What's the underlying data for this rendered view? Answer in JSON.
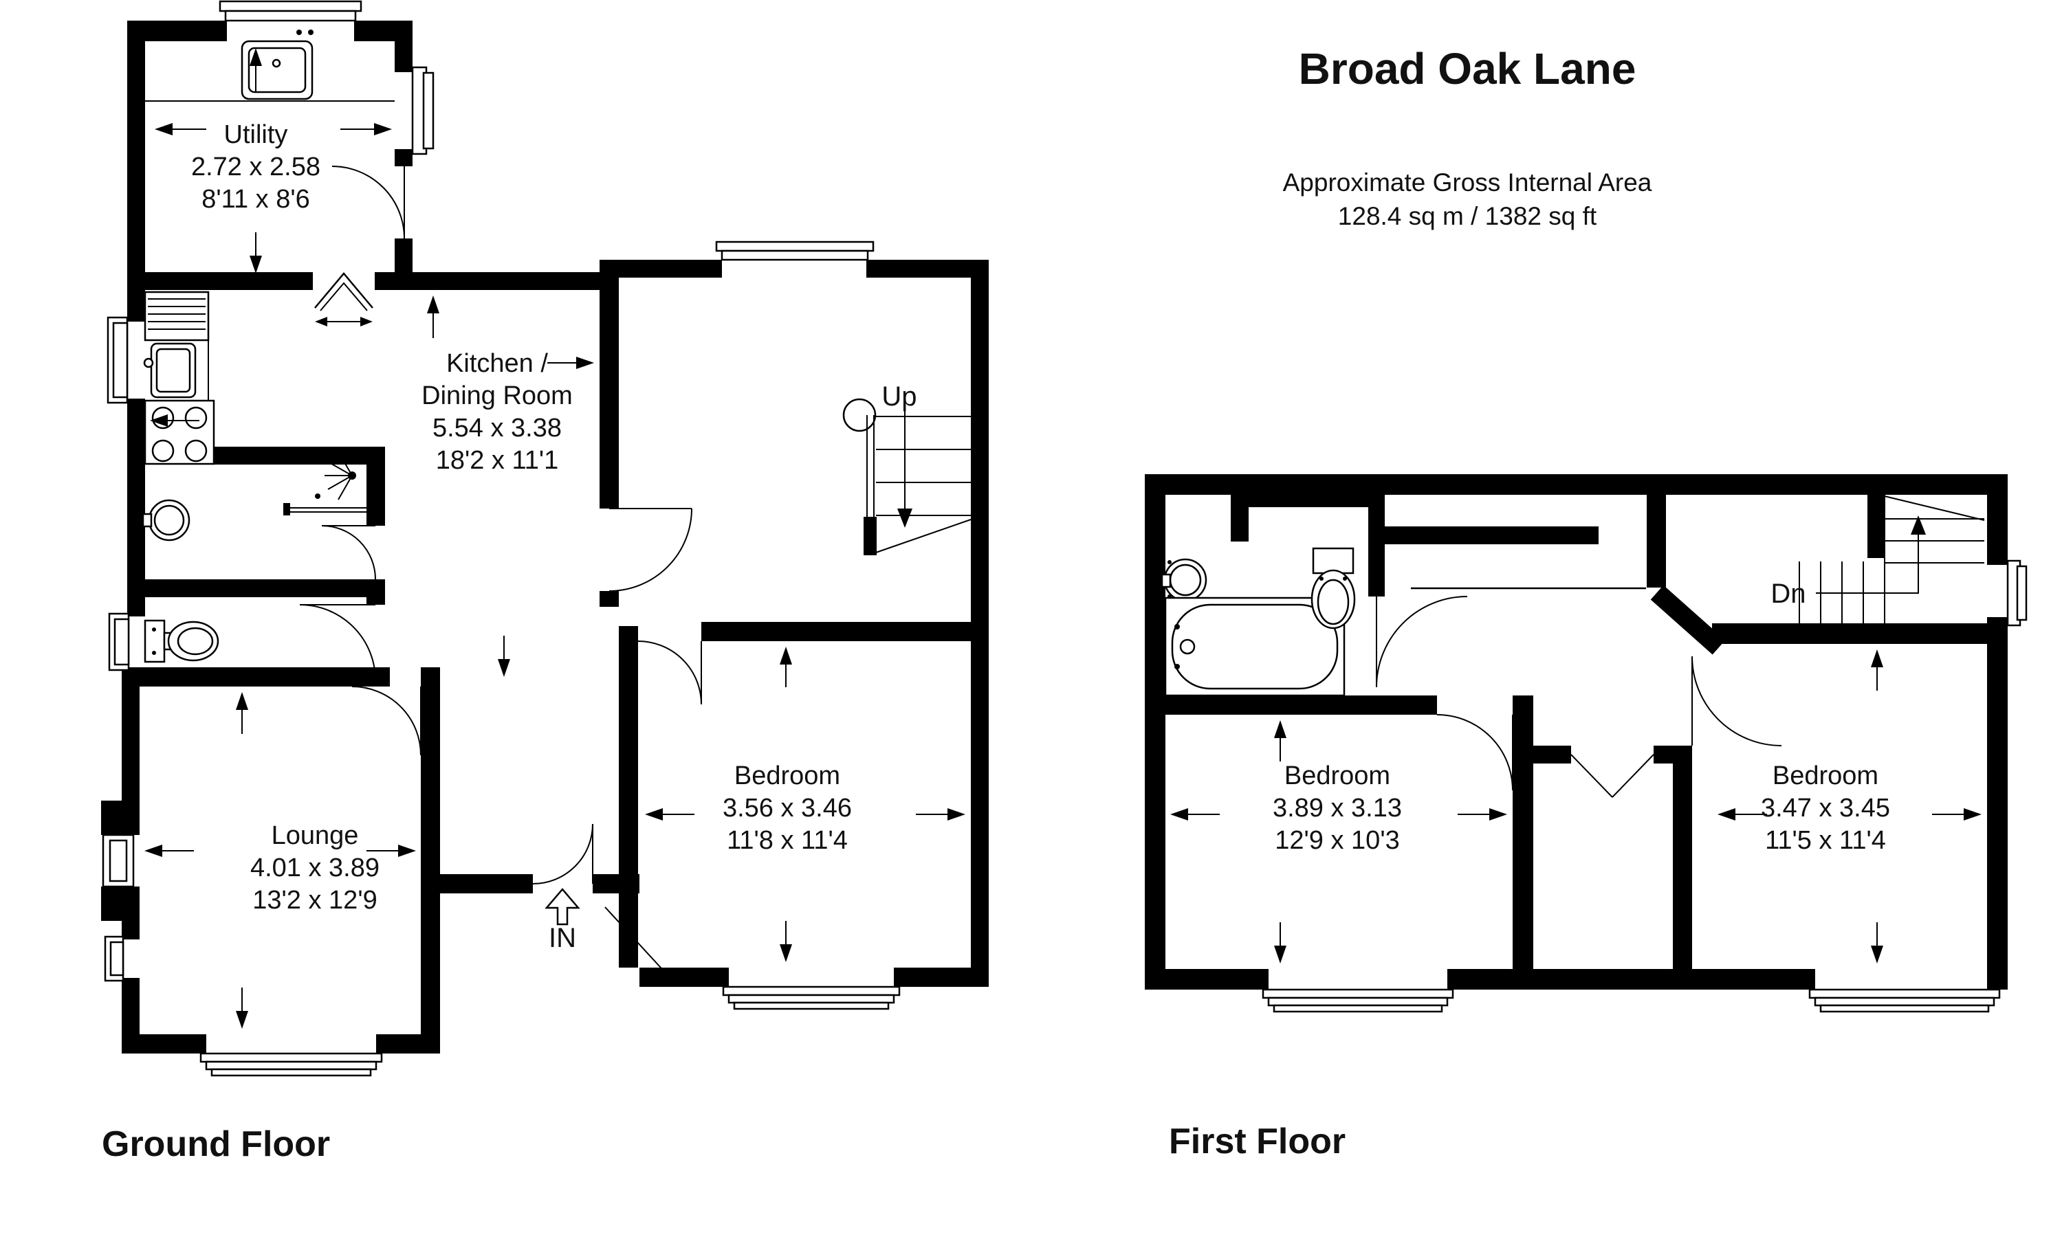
{
  "header": {
    "title": "Broad Oak Lane",
    "area_label": "Approximate Gross Internal Area",
    "area_value": "128.4 sq m / 1382 sq ft"
  },
  "ground_floor": {
    "label": "Ground Floor",
    "annotations": {
      "up": "Up",
      "in": "IN"
    },
    "rooms": [
      {
        "name": "Utility",
        "metric": "2.72 x 2.58",
        "imperial": "8'11 x 8'6"
      },
      {
        "name_line1": "Kitchen /",
        "name_line2": "Dining Room",
        "metric": "5.54 x 3.38",
        "imperial": "18'2 x 11'1"
      },
      {
        "name": "Bedroom",
        "metric": "3.56 x 3.46",
        "imperial": "11'8 x 11'4"
      },
      {
        "name": "Lounge",
        "metric": "4.01 x 3.89",
        "imperial": "13'2 x 12'9"
      }
    ]
  },
  "first_floor": {
    "label": "First Floor",
    "annotations": {
      "dn": "Dn"
    },
    "rooms": [
      {
        "name": "Bedroom",
        "metric": "3.89 x 3.13",
        "imperial": "12'9 x 10'3"
      },
      {
        "name": "Bedroom",
        "metric": "3.47 x 3.45",
        "imperial": "11'5 x 11'4"
      }
    ]
  },
  "colors": {
    "wall": "#000000",
    "background": "#ffffff",
    "text": "#111111"
  }
}
